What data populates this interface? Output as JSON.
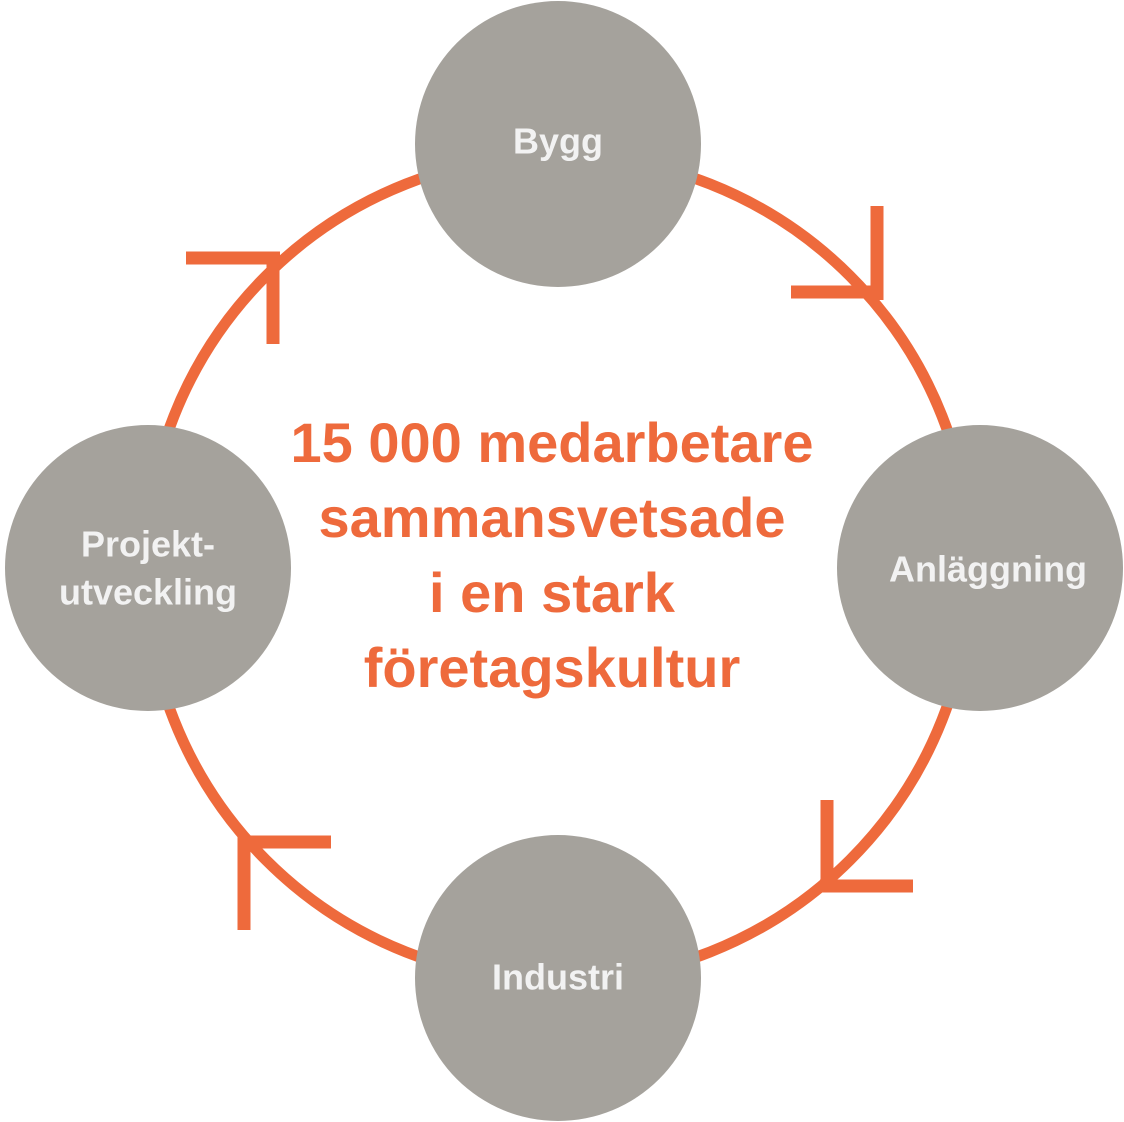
{
  "diagram": {
    "center_lines": [
      "15 000 medarbetare",
      "sammansvetsade",
      "i en stark",
      "företagskultur"
    ],
    "nodes": {
      "top": "Bygg",
      "right": "Anläggning",
      "bottom": "Industri",
      "left_line1": "Projekt-",
      "left_line2": "utveckling"
    }
  },
  "colors": {
    "accent": "#EE6A3C",
    "node_fill": "#A5A29C",
    "node_text": "#F2F2F2",
    "background": "#FFFFFF"
  }
}
